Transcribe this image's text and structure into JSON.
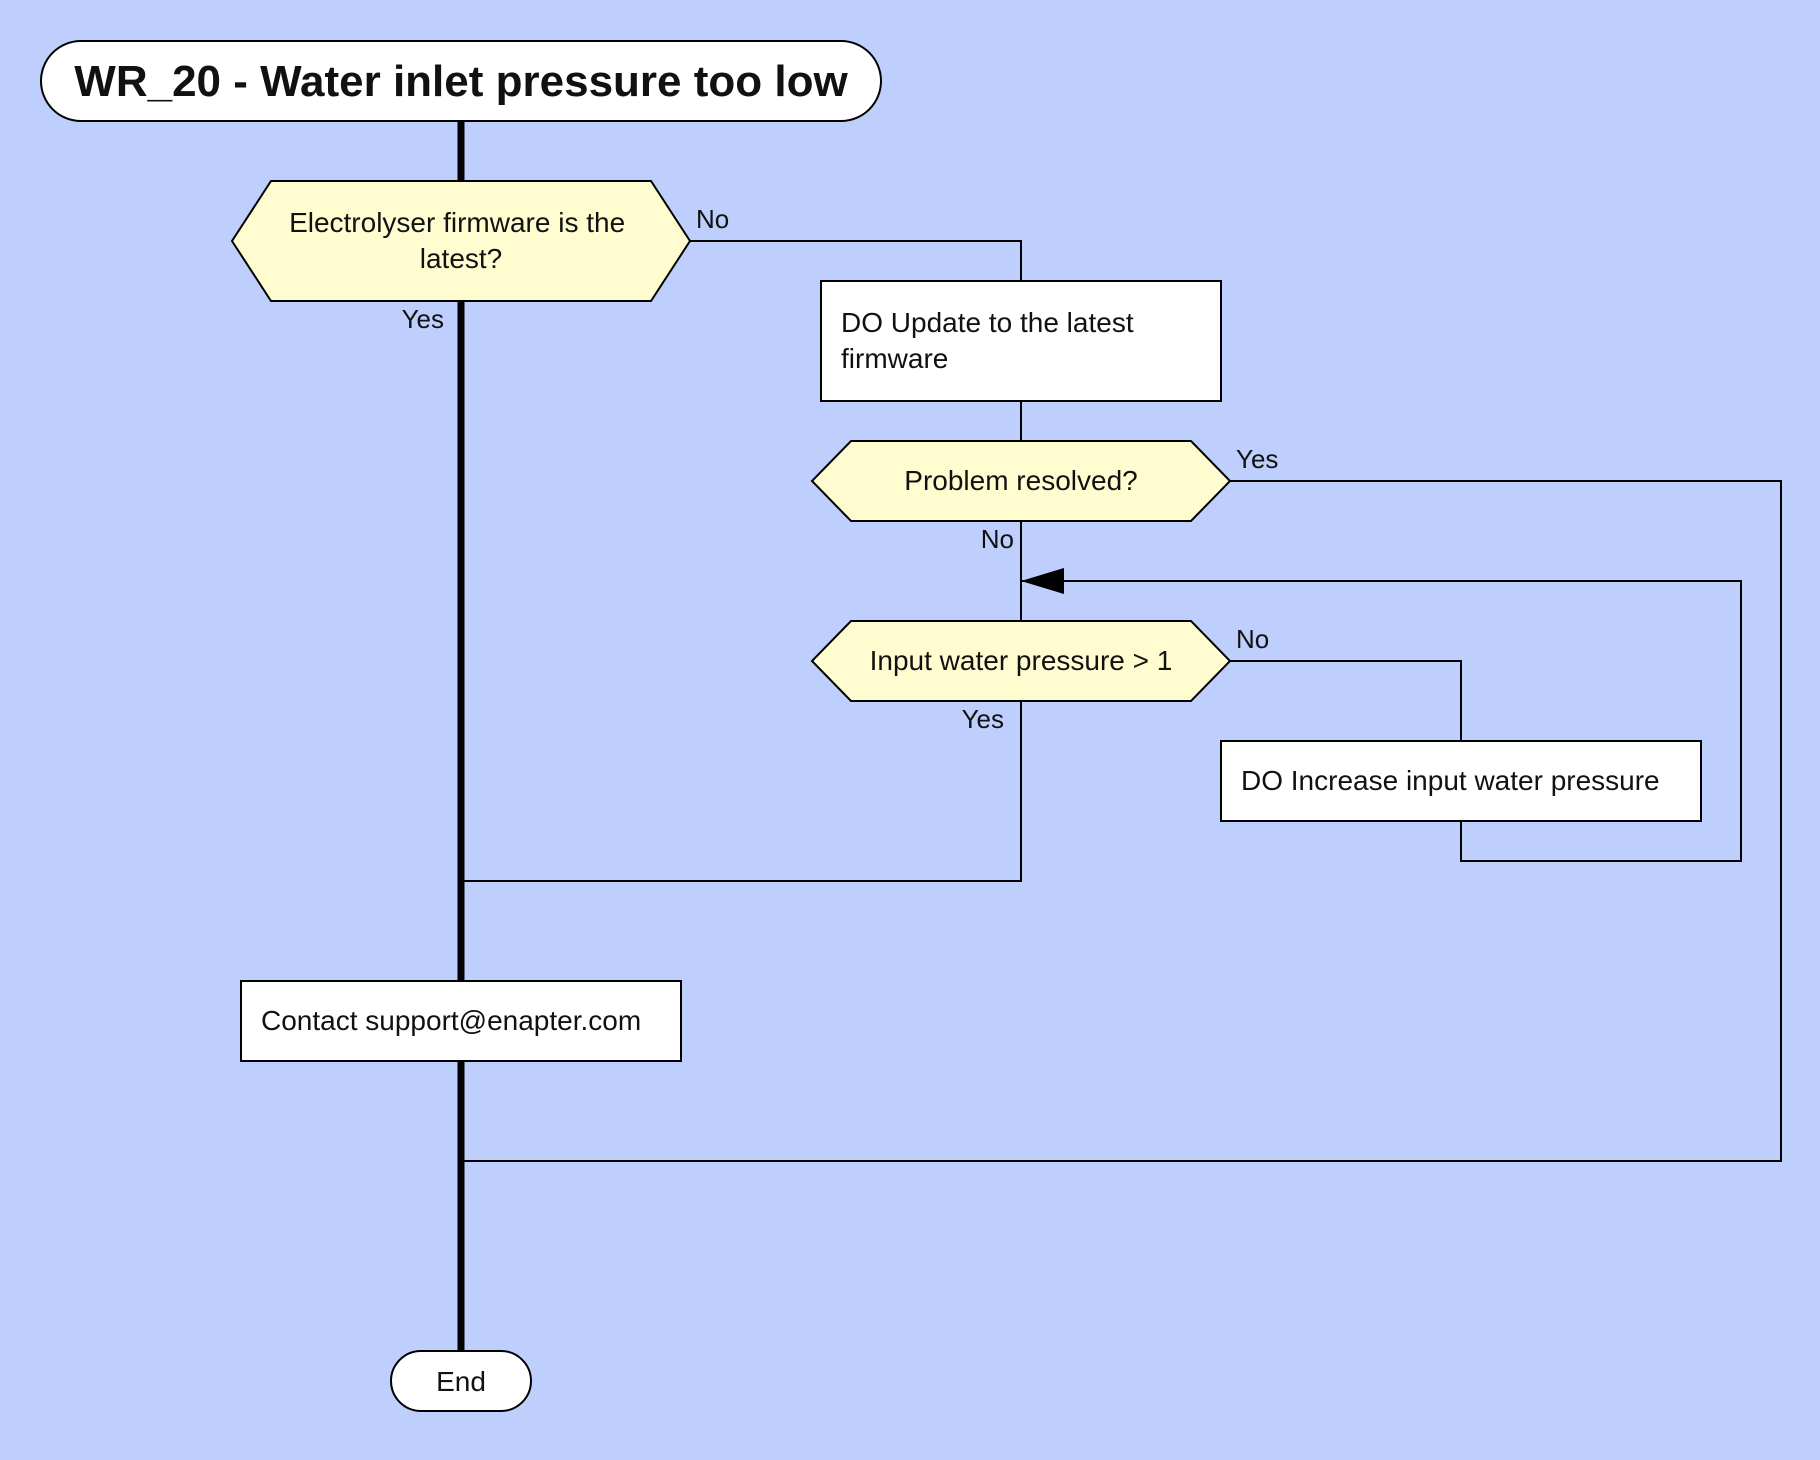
{
  "diagram": {
    "title": "WR_20 - Water inlet pressure too low",
    "colors": {
      "background": "#bfcffd",
      "decision_fill": "#fffdd0",
      "process_fill": "#ffffff"
    },
    "nodes": {
      "q_firmware": {
        "lines": [
          "Electrolyser firmware is the",
          "latest?"
        ]
      },
      "do_update": {
        "lines": [
          "DO Update to the latest",
          "firmware"
        ]
      },
      "q_resolved": {
        "lines": [
          "Problem resolved?"
        ]
      },
      "q_pressure": {
        "lines": [
          "Input water pressure > 1"
        ]
      },
      "do_increase": {
        "lines": [
          "DO Increase input water pressure"
        ]
      },
      "contact": {
        "lines": [
          "Contact support@enapter.com"
        ]
      },
      "end": {
        "lines": [
          "End"
        ]
      }
    },
    "edge_labels": {
      "firmware_no": "No",
      "firmware_yes": "Yes",
      "resolved_yes": "Yes",
      "resolved_no": "No",
      "pressure_no": "No",
      "pressure_yes": "Yes"
    }
  }
}
